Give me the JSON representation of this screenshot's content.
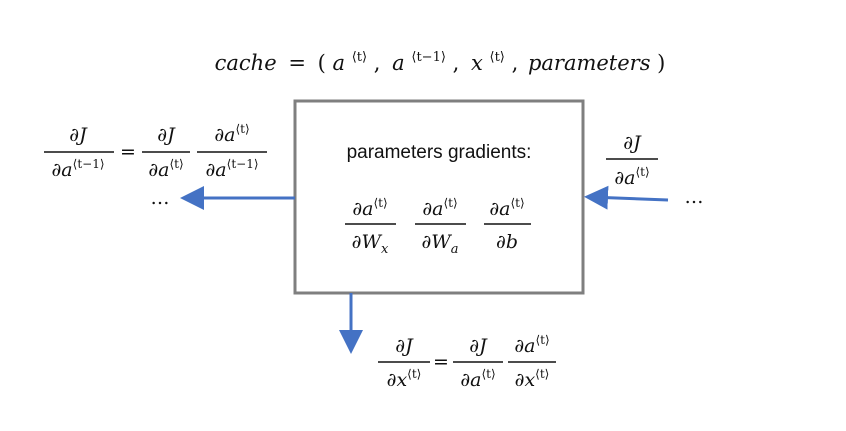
{
  "cache_eq": {
    "lhs": "cache",
    "eq": "=",
    "open": "(",
    "a": "a",
    "sup_t": "⟨t⟩",
    "comma1": ",",
    "sup_t_minus_1": "⟨t−1⟩",
    "comma2": ",",
    "x": "x",
    "comma3": ",",
    "parameters": "parameters",
    "close": ")"
  },
  "box": {
    "title": "parameters gradients:",
    "frac1": {
      "num_d": "∂",
      "num_var": "a",
      "num_sup": "⟨t⟩",
      "den_d": "∂",
      "den_var": "W",
      "den_sub": "x"
    },
    "frac2": {
      "num_d": "∂",
      "num_var": "a",
      "num_sup": "⟨t⟩",
      "den_d": "∂",
      "den_var": "W",
      "den_sub": "a"
    },
    "frac3": {
      "num_d": "∂",
      "num_var": "a",
      "num_sup": "⟨t⟩",
      "den_d": "∂",
      "den_var": "b"
    }
  },
  "left_eq": {
    "lhs_num": "∂J",
    "lhs_den_d": "∂a",
    "lhs_den_sup": "⟨t−1⟩",
    "eq": "=",
    "r1_num": "∂J",
    "r1_den_d": "∂a",
    "r1_den_sup": "⟨t⟩",
    "r2_num_d": "∂a",
    "r2_num_sup": "⟨t⟩",
    "r2_den_d": "∂a",
    "r2_den_sup": "⟨t−1⟩",
    "ellipsis": "…"
  },
  "right_input": {
    "num": "∂J",
    "den_d": "∂a",
    "den_sup": "⟨t⟩",
    "ellipsis": "…"
  },
  "bottom_eq": {
    "lhs_num": "∂J",
    "lhs_den_d": "∂x",
    "lhs_den_sup": "⟨t⟩",
    "eq": "=",
    "r1_num": "∂J",
    "r1_den_d": "∂a",
    "r1_den_sup": "⟨t⟩",
    "r2_num_d": "∂a",
    "r2_num_sup": "⟨t⟩",
    "r2_den_d": "∂x",
    "r2_den_sup": "⟨t⟩"
  },
  "colors": {
    "arrow": "#4472C4",
    "box_border": "#7f7f7f",
    "text": "#111111"
  }
}
